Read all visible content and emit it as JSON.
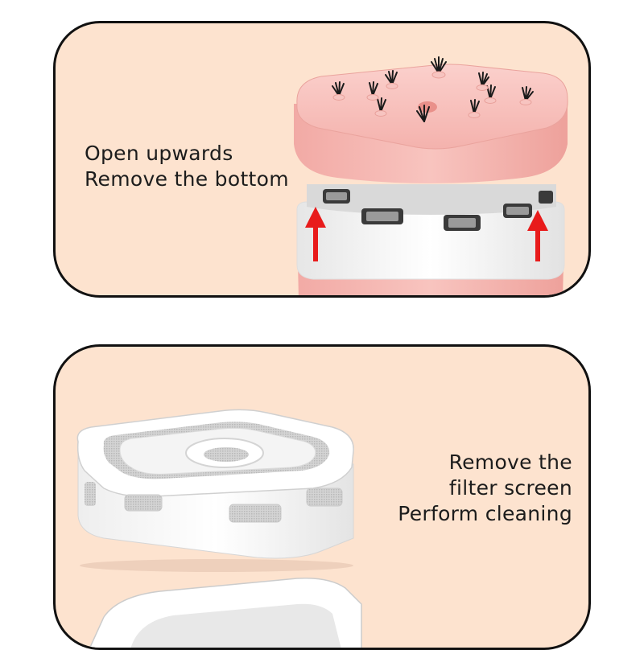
{
  "panels": [
    {
      "caption_lines": [
        "Open upwards",
        "Remove the bottom"
      ],
      "illustration": "pink-brush-head-lifted-from-base-icon",
      "arrow_color": "#e81b1b"
    },
    {
      "caption_lines": [
        "Remove the filter screen",
        "Perform cleaning"
      ],
      "caption_display_lines": [
        "Remove the",
        "filter screen",
        "Perform cleaning"
      ],
      "illustration": "white-filter-screen-icon"
    }
  ],
  "colors": {
    "panel_background": "#fde3cf",
    "panel_border": "#111111",
    "device_pink": "#f6b9b4",
    "base_white": "#f7f7f7",
    "text": "#1c1c1c"
  }
}
